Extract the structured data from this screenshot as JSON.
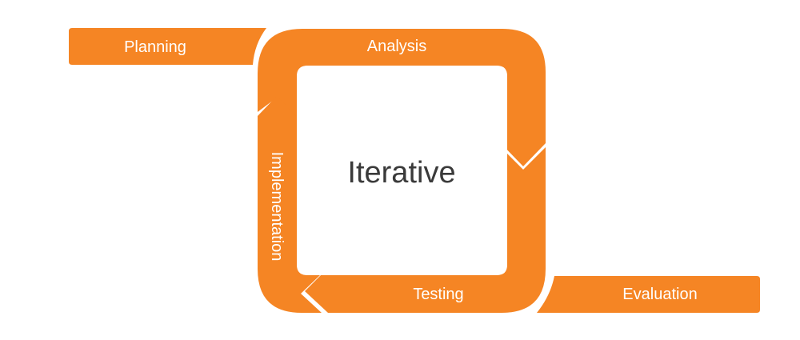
{
  "diagram": {
    "center_label": "Iterative",
    "stages": {
      "planning": "Planning",
      "analysis": "Analysis",
      "testing": "Testing",
      "implementation": "Implementation",
      "evaluation": "Evaluation"
    }
  },
  "colors": {
    "segment": "#f58524",
    "background": "#ffffff",
    "center_text": "#3a3a3a"
  }
}
